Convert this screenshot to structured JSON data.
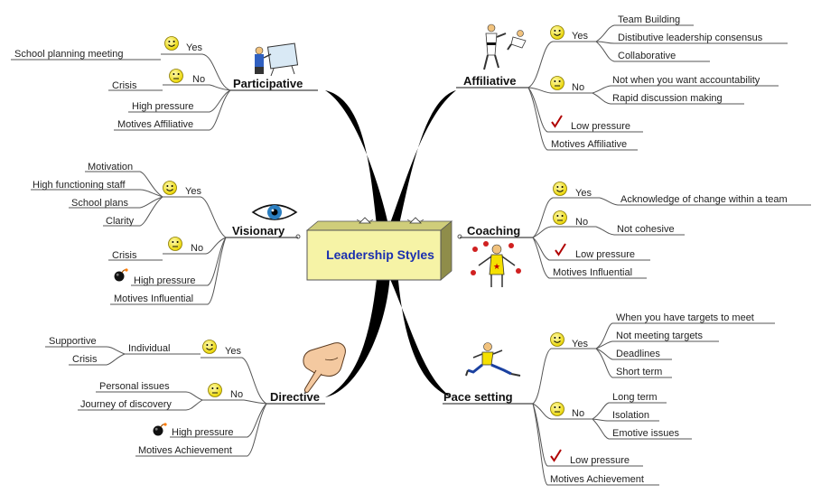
{
  "center": "Leadership Styles",
  "branches": {
    "participative": {
      "title": "Participative",
      "yes": "Yes",
      "yes_items": [
        "School planning meeting"
      ],
      "no": "No",
      "no_items": [
        "Crisis"
      ],
      "pressure": "High pressure",
      "motives": "Motives  Affiliative"
    },
    "visionary": {
      "title": "Visionary",
      "yes": "Yes",
      "yes_items": [
        "Motivation",
        "High functioning staff",
        "School plans",
        "Clarity"
      ],
      "no": "No",
      "no_items": [
        "Crisis"
      ],
      "pressure": "High pressure",
      "motives": "Motives  Influential"
    },
    "directive": {
      "title": "Directive",
      "yes": "Yes",
      "yes_sub": "Individual",
      "yes_items": [
        "Supportive",
        "Crisis"
      ],
      "no": "No",
      "no_items": [
        "Personal issues",
        "Journey of discovery"
      ],
      "pressure": "High pressure",
      "motives": "Motives  Achievement"
    },
    "affiliative": {
      "title": "Affiliative",
      "yes": "Yes",
      "yes_items": [
        "Team Building",
        "Distibutive leadership consensus",
        "Collaborative"
      ],
      "no": "No",
      "no_items": [
        "Not when you want accountability",
        "Rapid discussion making"
      ],
      "pressure": "Low pressure",
      "motives": "Motives  Affiliative"
    },
    "coaching": {
      "title": "Coaching",
      "yes": "Yes",
      "yes_items": [
        "Acknowledge of change within a team"
      ],
      "no": "No",
      "no_items": [
        "Not cohesive"
      ],
      "pressure": "Low pressure",
      "motives": "Motives  Influential"
    },
    "pacesetting": {
      "title": "Pace setting",
      "yes": "Yes",
      "yes_items": [
        "When you have targets to meet",
        "Not meeting targets",
        "Deadlines",
        "Short term"
      ],
      "no": "No",
      "no_items": [
        "Long term",
        "Isolation",
        "Emotive issues"
      ],
      "pressure": "Low pressure",
      "motives": "Motives  Achievement"
    }
  },
  "icons": {
    "smiley_happy": "smiley-happy-icon",
    "smiley_neutral": "smiley-neutral-icon",
    "check": "checkmark-icon",
    "bomb": "bomb-icon",
    "eye": "eye-icon",
    "pointing_hand": "pointing-hand-icon",
    "artist": "artist-easel-icon",
    "karate": "karate-figures-icon",
    "juggler": "juggler-icon",
    "runner": "runner-icon"
  },
  "colors": {
    "center_fill": "#f6f3a6",
    "center_text": "#1a2fb0",
    "smiley": "#f2e20a",
    "check": "#b00000",
    "trunk": "#000000"
  }
}
